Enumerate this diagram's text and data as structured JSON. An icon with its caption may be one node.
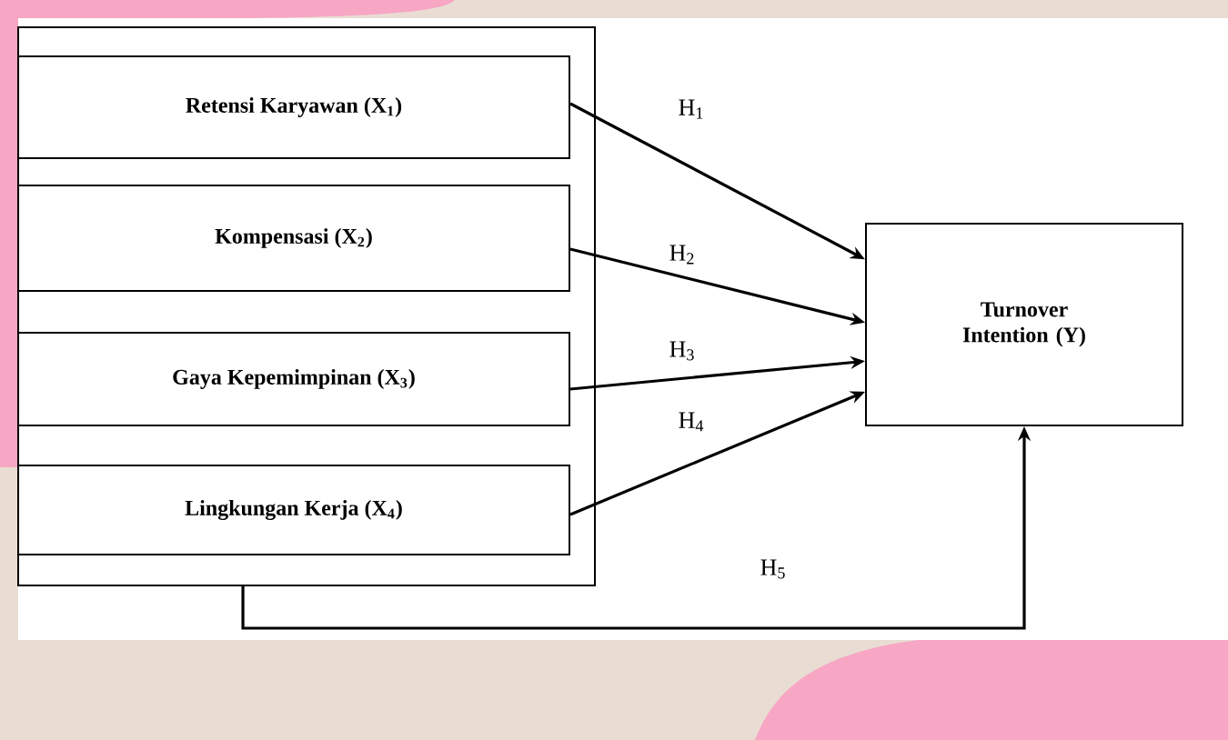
{
  "diagram": {
    "nodes": [
      {
        "text": [],
        "shape": "box"
      },
      {
        "text": [
          "Retensi Karyawan (X$_{1}$)"
        ],
        "in": 0
      },
      {
        "text": [
          "Kompensasi (X$_{2}$)"
        ],
        "in": 0
      },
      {
        "text": [
          "Gaya Kepemimpinan (X$_{3}$)"
        ],
        "in": 0
      },
      {
        "text": [
          "Lingkungan Kerja (X$_{4}$)"
        ],
        "in": 0
      },
      {
        "text": [
          "Turnover Intention (Y)"
        ]
      }
    ],
    "edges": [
      {
        "from": 1,
        "to": 5,
        "arrow": "to",
        "label": "H$_{1}$"
      },
      {
        "from": 2,
        "to": 5,
        "arrow": "to",
        "label": "H$_{2}$"
      },
      {
        "from": 3,
        "to": 5,
        "arrow": "to",
        "label": "H$_{3}$"
      },
      {
        "from": 4,
        "to": 5,
        "arrow": "to",
        "label": "H$_{4}$"
      },
      {
        "from": 0,
        "to": 5,
        "arrow": "to",
        "label": "H$_{5}$"
      }
    ]
  }
}
